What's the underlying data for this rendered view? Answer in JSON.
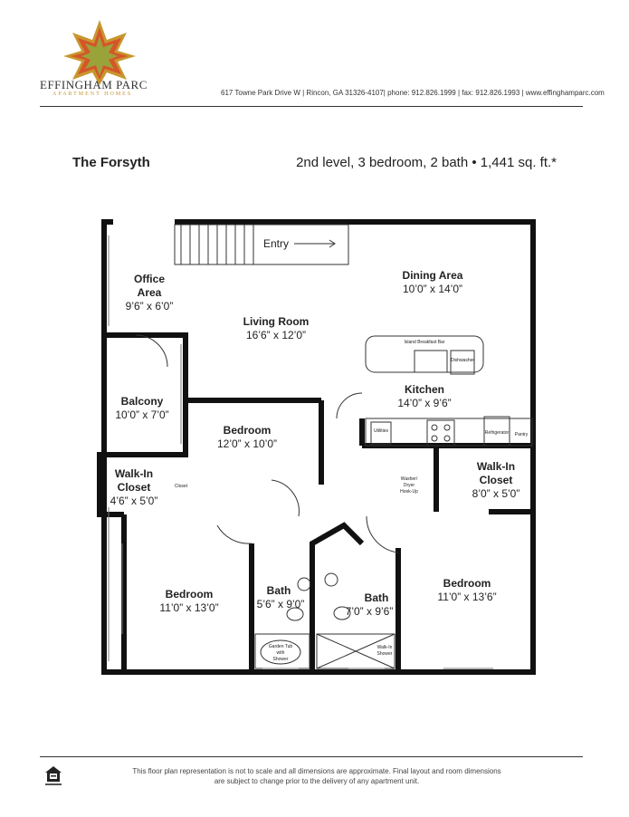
{
  "header": {
    "brand_name": "EFFINGHAM PARC",
    "brand_sub": "APARTMENT HOMES",
    "contact": "617 Towne Park Drive W | Rincon, GA 31326-4107| phone: 912.826.1999 | fax: 912.826.1993 | www.effinghamparc.com",
    "logo_colors": [
      "#c8962e",
      "#d4562a",
      "#9aa33a"
    ]
  },
  "plan": {
    "name": "The Forsyth",
    "description": "2nd level, 3 bedroom, 2 bath • 1,441 sq. ft.*"
  },
  "rooms": {
    "entry": "Entry",
    "office": {
      "name1": "Office",
      "name2": "Area",
      "dims": "9’6” x 6’0”"
    },
    "living": {
      "name": "Living Room",
      "dims": "16’6” x 12’0”"
    },
    "dining": {
      "name": "Dining Area",
      "dims": "10’0” x 14’0”"
    },
    "balcony": {
      "name": "Balcony",
      "dims": "10’0” x 7’0”"
    },
    "bedroom_center": {
      "name": "Bedroom",
      "dims": "12’0” x 10’0”"
    },
    "kitchen": {
      "name": "Kitchen",
      "dims": "14’0” x 9’6”"
    },
    "walkin_left": {
      "name1": "Walk-In",
      "name2": "Closet",
      "dims": "4’6” x 5’0”"
    },
    "walkin_right": {
      "name1": "Walk-In",
      "name2": "Closet",
      "dims": "8’0” x 5’0”"
    },
    "bedroom_left": {
      "name": "Bedroom",
      "dims": "11’0” x 13’0”"
    },
    "bedroom_right": {
      "name": "Bedroom",
      "dims": "11’0” x 13’6”"
    },
    "bath_left": {
      "name": "Bath",
      "dims": "5’6” x 9’0”"
    },
    "bath_right": {
      "name": "Bath",
      "dims": "7’0” x 9’6”"
    }
  },
  "fixtures": {
    "island": "Island Breakfast Bar",
    "dishwasher": "Dishwasher",
    "utilities": "Utilities",
    "refrigerator": "Refrigerator",
    "pantry": "Pantry",
    "closet": "Closet",
    "washer1": "Washer/",
    "washer2": "Dryer",
    "washer3": "Hook-Up",
    "tub1": "Garden Tub",
    "tub2": "with",
    "tub3": "Shower",
    "shower1": "Walk-In",
    "shower2": "Shower"
  },
  "footer": {
    "disclaimer": "This floor plan representation is not to scale and all dimensions are approximate. Final layout and room dimensions are subject to change prior to the delivery of any apartment unit.",
    "equal_housing_icon": "equal-housing-opportunity-icon"
  }
}
